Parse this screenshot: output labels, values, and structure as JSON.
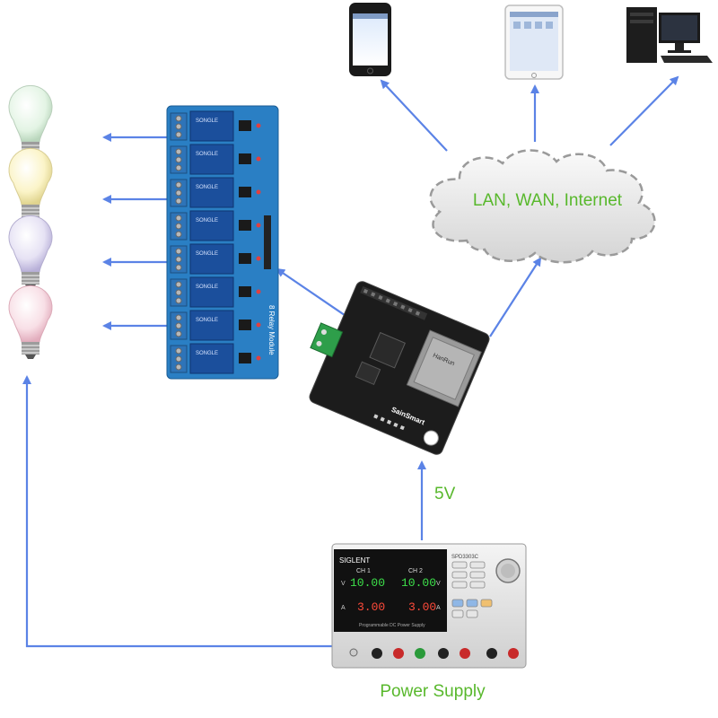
{
  "labels": {
    "cloud": "LAN, WAN, Internet",
    "voltage": "5V",
    "power_supply": "Power Supply"
  },
  "relay_module": {
    "name": "8 Relay Module",
    "relay_text": "SONGLE"
  },
  "controller": {
    "brand": "SainSmart",
    "jack_text": "HanRun"
  },
  "psu": {
    "brand": "SIGLENT",
    "model": "SPD3303C",
    "ch1": "CH 1",
    "ch2": "CH 2",
    "ch1_v": "10.00",
    "ch2_v": "10.00",
    "ch1_a": "3.00",
    "ch2_a": "3.00",
    "v_unit": "V",
    "a_unit": "A",
    "subtitle": "Programmable DC Power Supply"
  },
  "colors": {
    "arrow": "#5b83e6",
    "label_green": "#58b82c",
    "pcb_blue": "#2a7fc4",
    "relay_blue": "#1b4f9c",
    "board_black": "#1c1c1c"
  },
  "bulbs": [
    "white",
    "warm-yellow",
    "lavender",
    "pink"
  ]
}
